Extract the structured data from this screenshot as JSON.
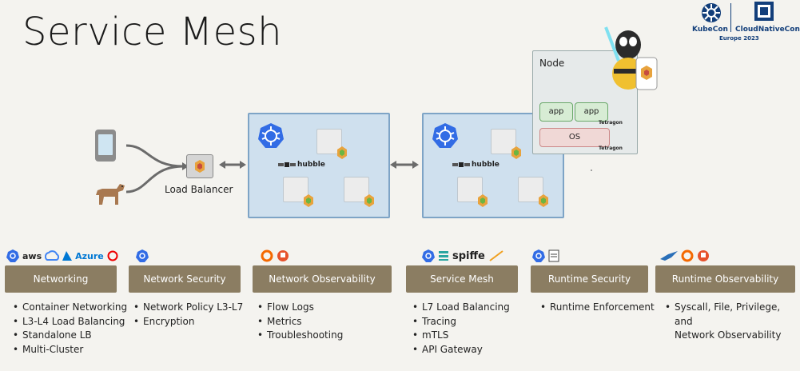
{
  "slide": {
    "title": "Service Mesh"
  },
  "logo": {
    "kubecon": "KubeCon",
    "cloudnativecon": "CloudNativeCon",
    "event": "Europe 2023"
  },
  "diagram": {
    "load_balancer_label": "Load Balancer",
    "hubble_label": "hubble",
    "node_title": "Node",
    "app_label": "app",
    "os_label": "OS",
    "tetragon_label": "Tetragon"
  },
  "capabilities": [
    {
      "label": "Networking",
      "logos": [
        "aws",
        "Google Cloud",
        "Azure",
        "OpenShift"
      ],
      "items": [
        "Container Networking",
        "L3-L4 Load Balancing",
        "Standalone LB",
        "Multi-Cluster"
      ]
    },
    {
      "label": "Network Security",
      "logos": [
        "kubernetes"
      ],
      "items": [
        "Network Policy L3-L7",
        "Encryption"
      ]
    },
    {
      "label": "Network Observability",
      "logos": [
        "Grafana",
        "Prometheus"
      ],
      "items": [
        "Flow Logs",
        "Metrics",
        "Troubleshooting"
      ]
    },
    {
      "label": "Service Mesh",
      "logos": [
        "kubernetes",
        "spiffe",
        "Cloud Native Security"
      ],
      "items": [
        "L7 Load Balancing",
        "Tracing",
        "mTLS",
        "API Gateway"
      ]
    },
    {
      "label": "Runtime Security",
      "logos": [
        "kubernetes",
        "file"
      ],
      "items": [
        "Runtime Enforcement"
      ]
    },
    {
      "label": "Runtime Observability",
      "logos": [
        "bird",
        "Grafana",
        "Prometheus"
      ],
      "items": [
        "Syscall, File, Privilege, and",
        "Network Observability"
      ]
    }
  ],
  "logo_texts": {
    "aws": "aws",
    "azure": "Azure",
    "spiffe": "spiffe"
  },
  "colors": {
    "button_bg": "#8b7d62",
    "cluster_bg": "#cfe0ee",
    "cluster_border": "#7ea4c6",
    "k8s_blue": "#326ce5",
    "background": "#f4f3ef"
  }
}
